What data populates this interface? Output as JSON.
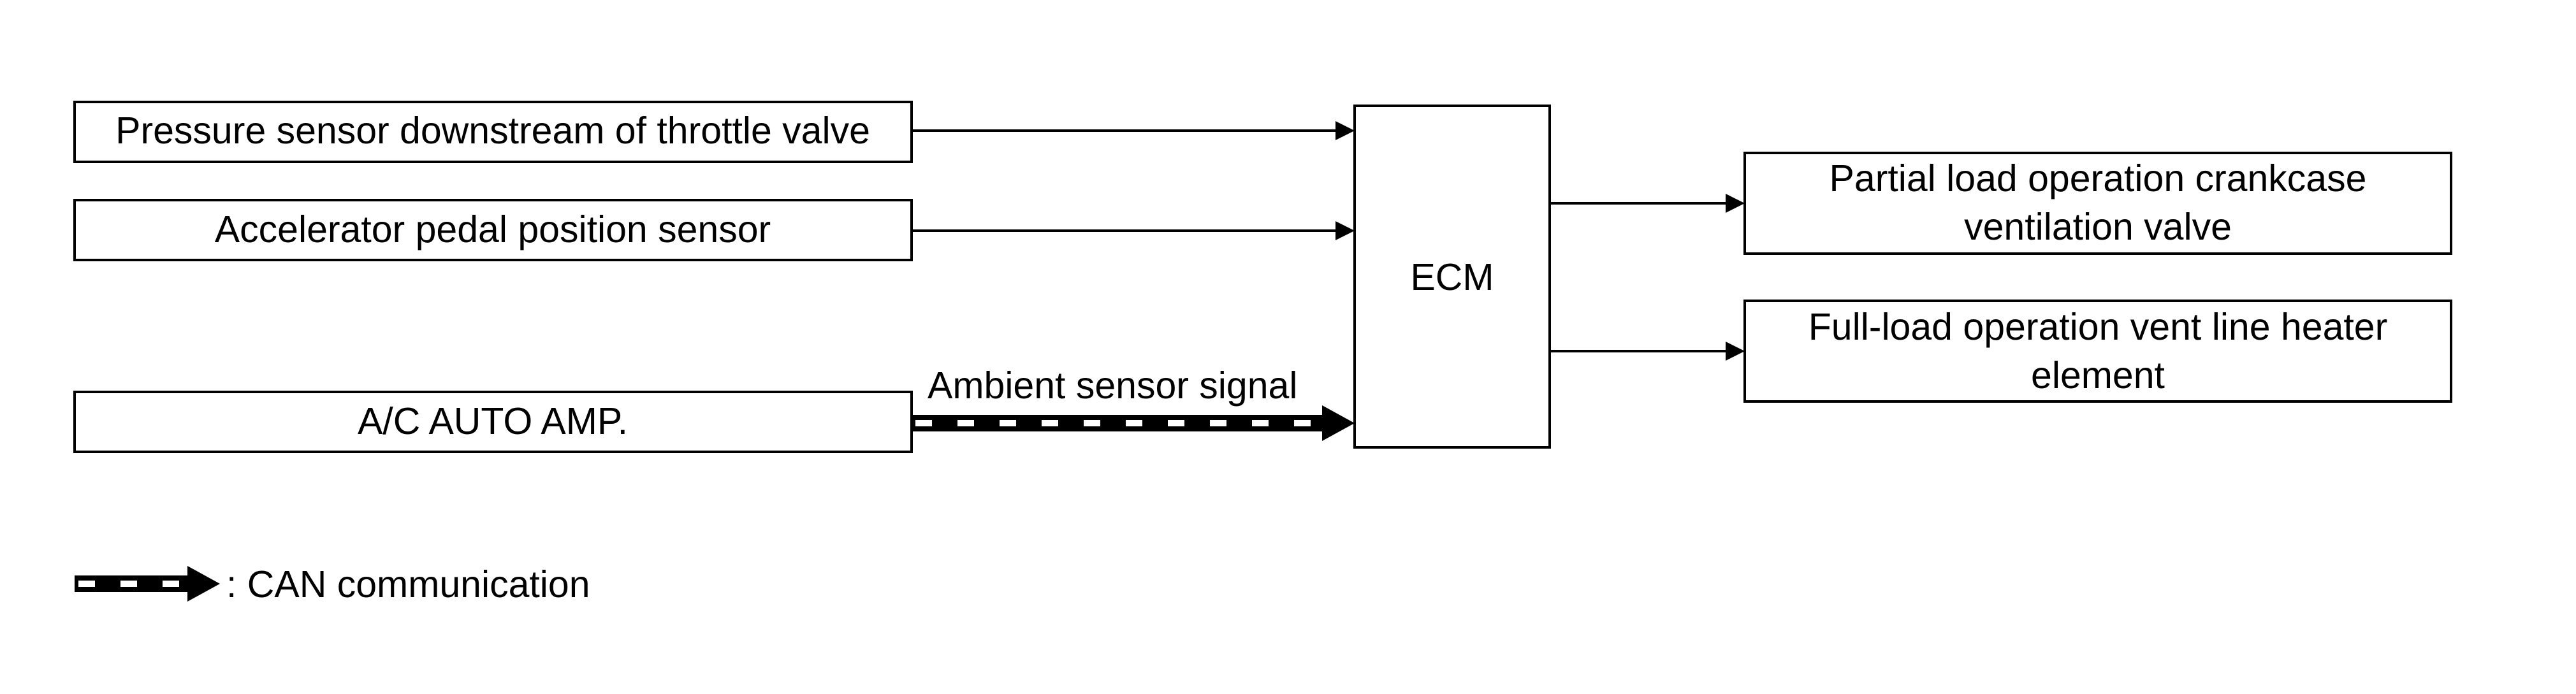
{
  "inputs": {
    "pressure_sensor": "Pressure sensor downstream of throttle valve",
    "accelerator_sensor": "Accelerator pedal position sensor",
    "ac_auto_amp": "A/C AUTO AMP."
  },
  "ecm": {
    "label": "ECM"
  },
  "outputs": {
    "partial_load_valve": [
      "Partial load operation crankcase",
      "ventilation valve"
    ],
    "full_load_heater": [
      "Full-load operation vent line heater",
      "element"
    ]
  },
  "signals": {
    "ambient": "Ambient sensor signal"
  },
  "legend": {
    "can_label": ": CAN communication"
  },
  "colors": {
    "line": "#000000",
    "background": "#ffffff"
  }
}
